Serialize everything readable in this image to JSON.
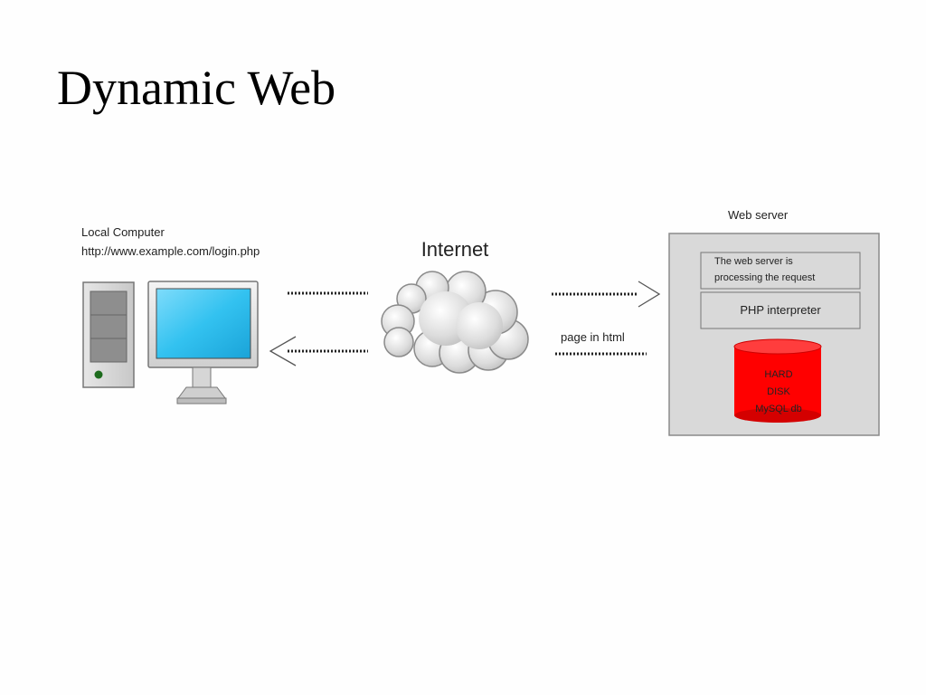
{
  "slide": {
    "title": "Dynamic Web"
  },
  "diagram": {
    "local_computer": {
      "label": "Local Computer",
      "url": "http://www.example.com/login.php"
    },
    "internet": {
      "label": "Internet"
    },
    "response": {
      "label": "page in html"
    },
    "web_server": {
      "label": "Web server",
      "processing_line1": "The web server is",
      "processing_line2": "processing the request",
      "php_label": "PHP interpreter",
      "disk_line1": "HARD",
      "disk_line2": "DISK",
      "disk_line3": "MySQL db"
    },
    "colors": {
      "screen": "#33c2f0",
      "disk": "#ff0000",
      "server_box": "#d9d9d9"
    }
  }
}
